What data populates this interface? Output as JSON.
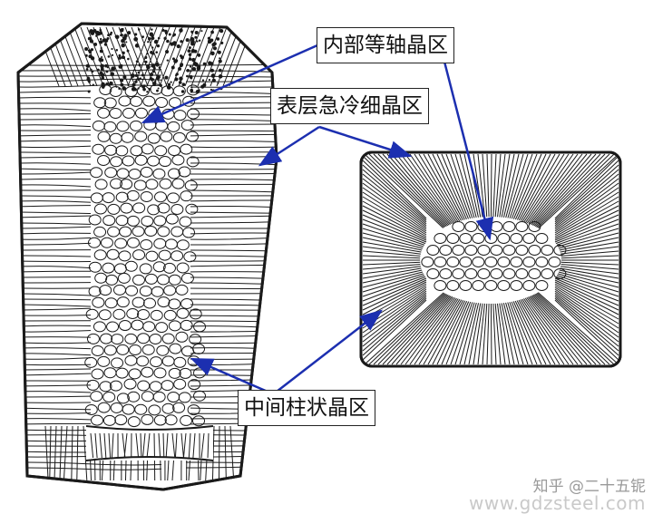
{
  "labels": {
    "interior_equiaxed": "内部等轴晶区",
    "surface_chill": "表层急冷细晶区",
    "columnar": "中间柱状晶区"
  },
  "watermark": {
    "zhihu": "知乎 @二十五铌",
    "site": "www.gdzsteel.com"
  },
  "colors": {
    "ink": "#1a1a1a",
    "arrow": "#1c2fb0",
    "label_border": "#222222"
  }
}
